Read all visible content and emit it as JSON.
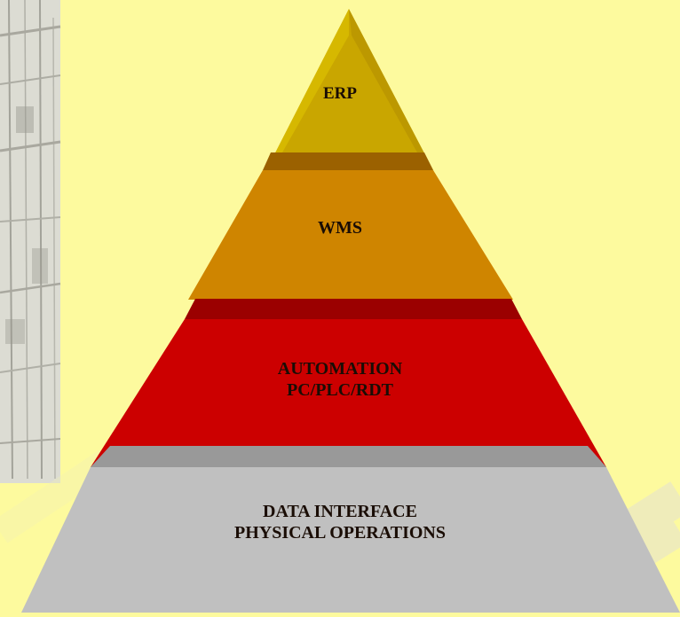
{
  "diagram": {
    "levels": [
      {
        "id": "erp",
        "label": "ERP"
      },
      {
        "id": "wms",
        "label": "WMS"
      },
      {
        "id": "automation",
        "label": "AUTOMATION\nPC/PLC/RDT"
      },
      {
        "id": "data",
        "label": "DATA INTERFACE\nPHYSICAL OPERATIONS"
      }
    ]
  },
  "colors": {
    "background": "#fdfa9e",
    "erp": "#c9a600",
    "erp_band": "#9b6100",
    "wms": "#cf8500",
    "wms_band": "#9b0000",
    "automation": "#cc0000",
    "automation_band": "#999999",
    "data": "#c0c0c0"
  }
}
